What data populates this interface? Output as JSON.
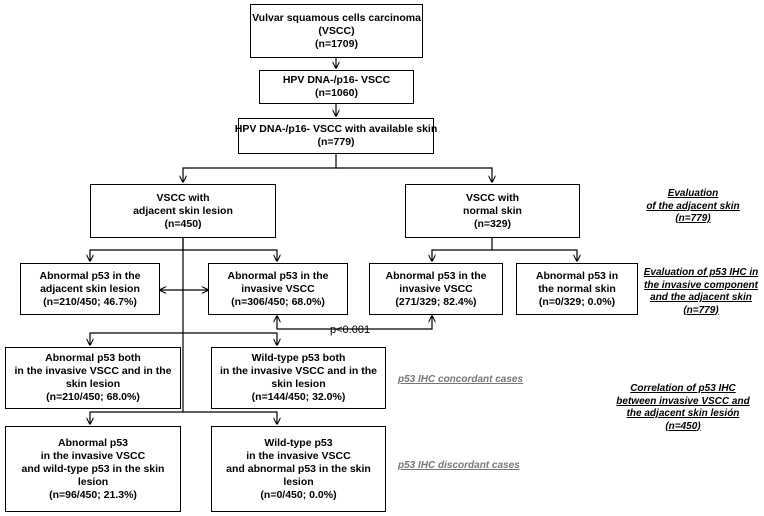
{
  "boxes": {
    "vscc_total": [
      "Vulvar squamous cells carcinoma",
      "(VSCC)",
      "(n=1709)"
    ],
    "hpv_neg": [
      "HPV DNA-/p16- VSCC",
      "(n=1060)"
    ],
    "hpv_neg_skin": [
      "HPV DNA-/p16- VSCC with available skin",
      "(n=779)"
    ],
    "adjacent_lesion": [
      "VSCC with",
      "adjacent skin lesion",
      "(n=450)"
    ],
    "normal_skin": [
      "VSCC with",
      "normal skin",
      "(n=329)"
    ],
    "abn_adjacent": [
      "Abnormal p53 in the",
      "adjacent skin lesion",
      "(n=210/450; 46.7%)"
    ],
    "abn_invasive_lesion": [
      "Abnormal  p53 in the",
      "invasive VSCC",
      "(n=306/450; 68.0%)"
    ],
    "abn_invasive_normal": [
      "Abnormal p53 in the",
      "invasive VSCC",
      "(271/329; 82.4%)"
    ],
    "abn_normal_skin": [
      "Abnormal  p53 in",
      "the normal skin",
      "(n=0/329; 0.0%)"
    ],
    "abn_both": [
      "Abnormal p53 both",
      "in the invasive VSCC and in the",
      "skin lesion",
      "(n=210/450; 68.0%)"
    ],
    "wt_both": [
      "Wild-type p53 both",
      "in the invasive VSCC and in the",
      "skin lesion",
      "(n=144/450; 32.0%)"
    ],
    "abn_invasive_wt_skin": [
      "Abnormal p53",
      "in the invasive VSCC",
      "and wild-type p53 in the skin",
      "lesion",
      "(n=96/450; 21.3%)"
    ],
    "wt_invasive_abn_skin": [
      "Wild-type p53",
      "in the invasive VSCC",
      "and abnormal p53 in the skin",
      "lesion",
      "(n=0/450; 0.0%)"
    ]
  },
  "notes": {
    "eval_adjacent": [
      "Evaluation",
      "of the adjacent skin",
      "(n=779)"
    ],
    "eval_p53": [
      "Evaluation of p53 IHC in",
      "the invasive component",
      "and the adjacent skin",
      "(n=779)"
    ],
    "concordant": [
      "p53 IHC concordant cases"
    ],
    "correlation": [
      "Correlation of p53 IHC",
      "between invasive VSCC and",
      "the adjacent skin lesión",
      "(n=450)"
    ],
    "discordant": [
      "p53 IHC discordant cases"
    ]
  },
  "pvalue": "p<0.001",
  "colors": {
    "line": "#000000",
    "gray_note": "#777777"
  }
}
